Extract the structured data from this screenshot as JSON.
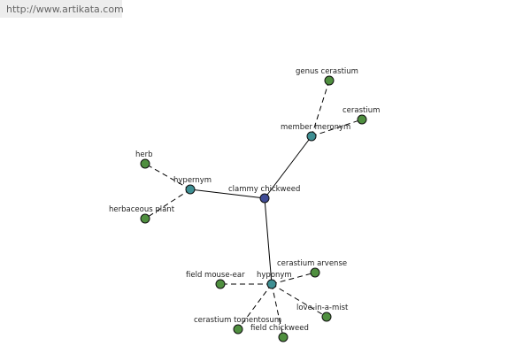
{
  "site": {
    "url_text": "http://www.artikata.com"
  },
  "colors": {
    "center_node": "#3f4b95",
    "relation_node": "#3e8f93",
    "leaf_node": "#4f8f3f",
    "banner_bg": "#ededed"
  },
  "graph": {
    "center": {
      "label": "clammy chickweed"
    },
    "relations": [
      {
        "label": "hypernym",
        "leaves": [
          "herb",
          "herbaceous plant"
        ]
      },
      {
        "label": "member meronym",
        "leaves": [
          "genus cerastium",
          "cerastium"
        ]
      },
      {
        "label": "hyponym",
        "leaves": [
          "cerastium arvense",
          "field mouse-ear",
          "love-in-a-mist",
          "cerastium tomentosum",
          "field chickweed"
        ]
      }
    ]
  }
}
